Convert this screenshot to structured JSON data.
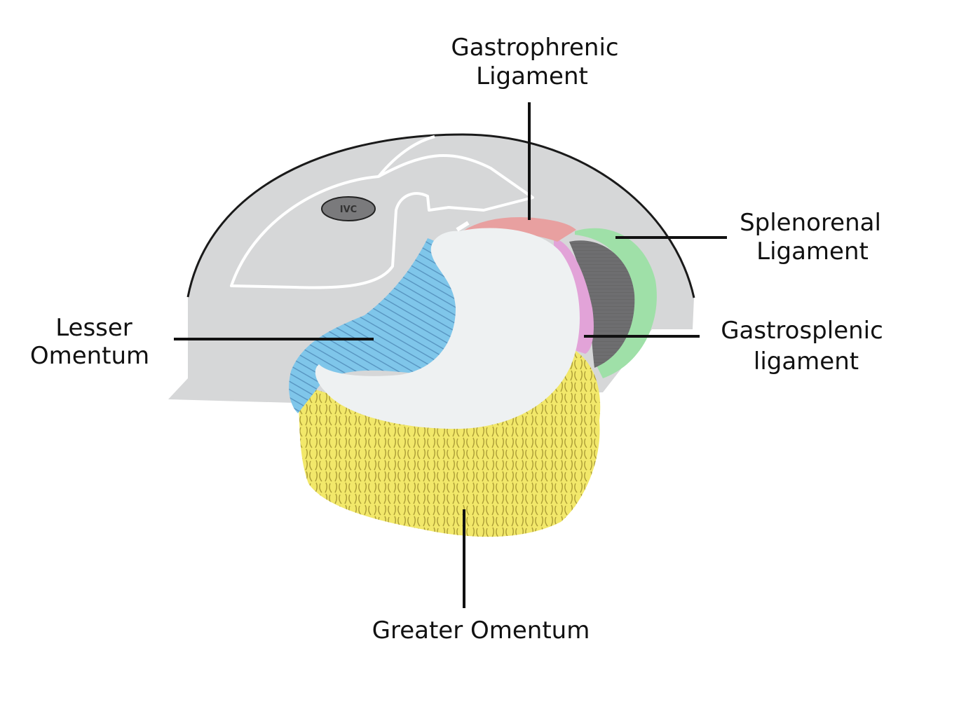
{
  "labels": {
    "gastrophrenic_line1": "Gastrophrenic",
    "gastrophrenic_line2": "Ligament",
    "splenorenal_line1": "Splenorenal",
    "splenorenal_line2": "Ligament",
    "lesser_line1": "Lesser",
    "lesser_line2": "Omentum",
    "gastrosplenic_line1": "Gastrosplenic",
    "gastrosplenic_line2": "ligament",
    "greater": "Greater Omentum",
    "ivc": "IVC"
  },
  "colors": {
    "background_body": "#d6d7d8",
    "stomach": "#eef1f2",
    "lesser_omentum": "#7fc6ea",
    "greater_omentum": "#f2e86a",
    "gastrophrenic": "#e8a0a0",
    "gastrosplenic": "#e2a3d8",
    "splenorenal": "#9fe0a8",
    "spleen": "#6e6e70",
    "ivc": "#7a7a7c"
  }
}
